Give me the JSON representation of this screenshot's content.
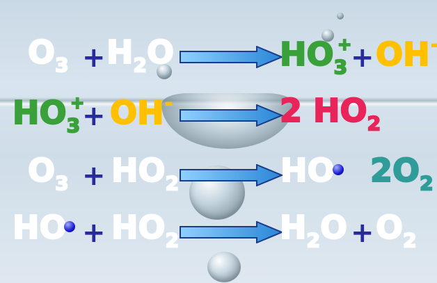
{
  "colors": {
    "ozone_blue": "#2a2aa0",
    "water_blue": "#1f90d8",
    "green": "#2e9a2e",
    "orange": "#ffc000",
    "red": "#e8245a",
    "lavender": "#8a80b8",
    "teal": "#2f9c9a",
    "arrow": "#3aa3e6"
  },
  "reactions": [
    {
      "reactant1": {
        "main": "O",
        "sub": "3"
      },
      "plus1": "+",
      "reactant2": {
        "main": "H",
        "sub": "2",
        "tail": "O"
      },
      "product1": {
        "main": "HO",
        "sub": "3",
        "sup": "+"
      },
      "plus2": "+",
      "product2": {
        "main": "OH",
        "sup": "-"
      }
    },
    {
      "reactant1": {
        "main": "HO",
        "sub": "3",
        "sup": "+"
      },
      "plus1": "+",
      "reactant2": {
        "main": "OH",
        "sup": "-"
      },
      "product1": {
        "coef": "2",
        "main": "HO",
        "sub": "2"
      }
    },
    {
      "reactant1": {
        "main": "O",
        "sub": "3"
      },
      "plus1": "+",
      "reactant2": {
        "main": "HO",
        "sub": "2"
      },
      "product1": {
        "main": "HO"
      },
      "product2": {
        "coef": "2",
        "main": "O",
        "sub": "2"
      }
    },
    {
      "reactant1": {
        "main": "HO"
      },
      "plus1": "+",
      "reactant2": {
        "main": "HO",
        "sub": "2"
      },
      "product1": {
        "main": "H",
        "sub": "2",
        "tail": "O"
      },
      "plus2": "+",
      "product2": {
        "main": "O",
        "sub": "2"
      }
    }
  ]
}
